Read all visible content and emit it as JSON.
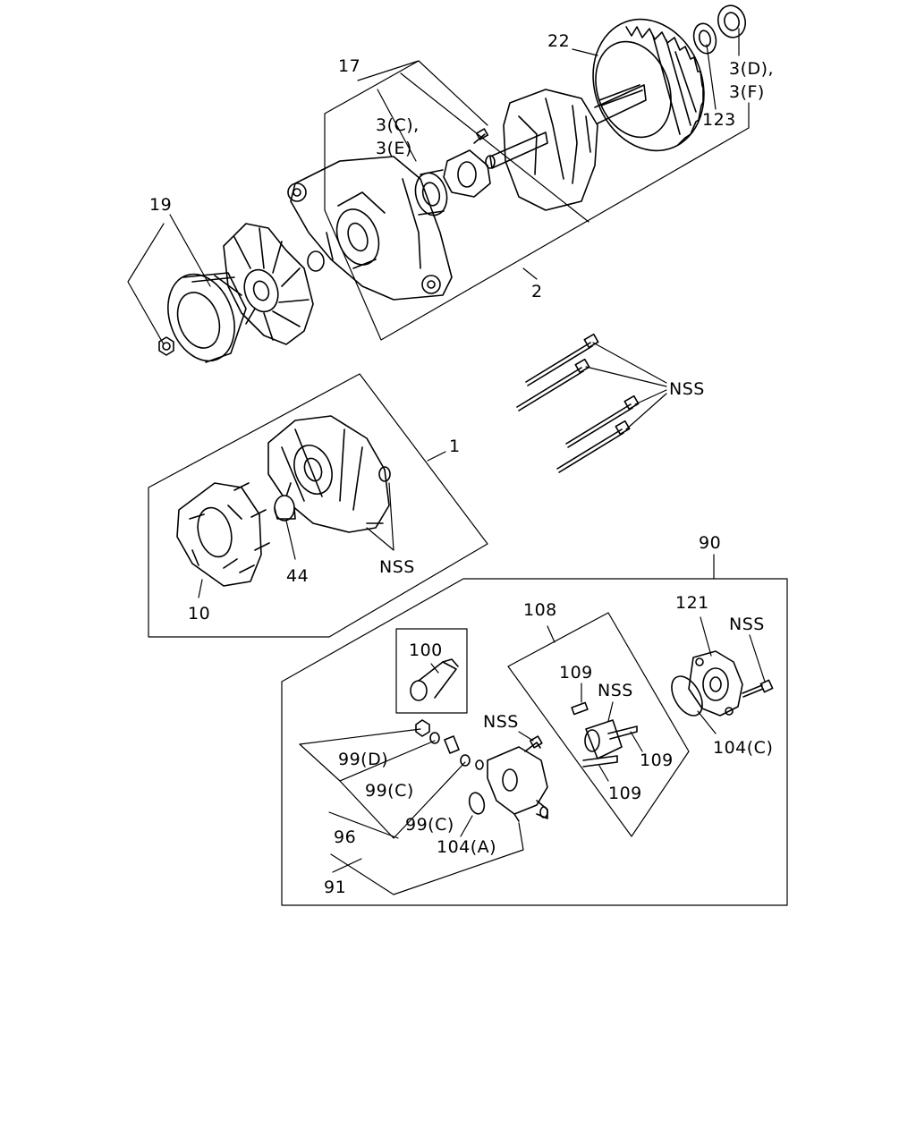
{
  "colors": {
    "line": "#000000",
    "background": "#ffffff"
  },
  "labels": {
    "l17": "17",
    "l22": "22",
    "l3c": "3(C),",
    "l3e": "3(E)",
    "l3d": "3(D),",
    "l3f": "3(F)",
    "l123": "123",
    "l19": "19",
    "l2": "2",
    "lnss_bolts": "NSS",
    "l1": "1",
    "l44": "44",
    "lnss_rear": "NSS",
    "l10": "10",
    "l90": "90",
    "l108": "108",
    "l121": "121",
    "lnss_121": "NSS",
    "l100": "100",
    "l109a": "109",
    "lnss_108": "NSS",
    "l109b": "109",
    "l109c": "109",
    "l104c": "104(C)",
    "lnss_reg": "NSS",
    "l99d": "99(D)",
    "l99c_1": "99(C)",
    "l99c_2": "99(C)",
    "l104a": "104(A)",
    "l96": "96",
    "l91": "91"
  }
}
